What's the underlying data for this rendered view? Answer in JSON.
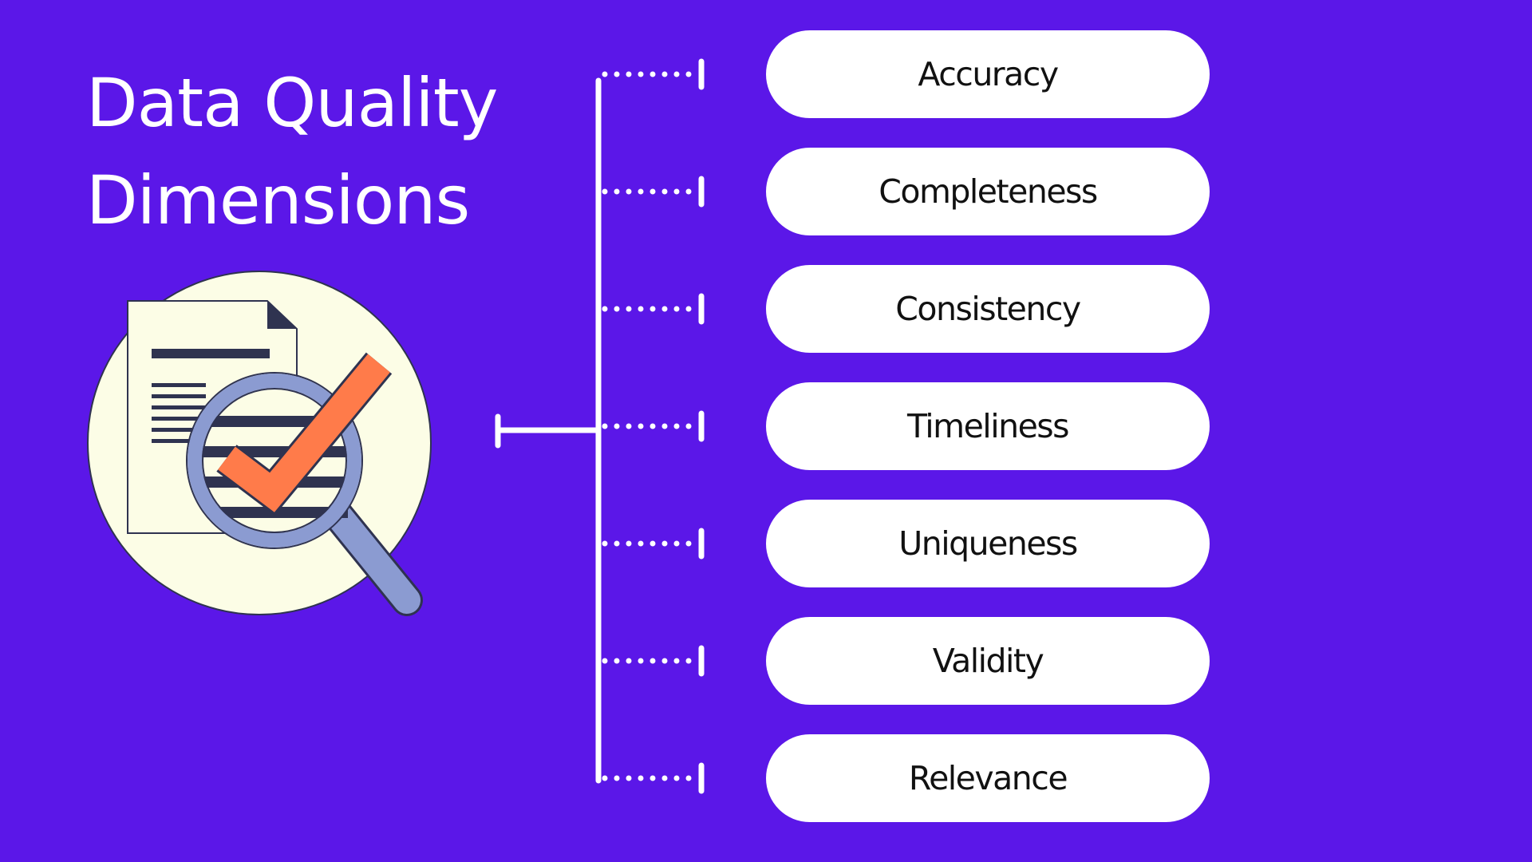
{
  "title": {
    "line1": "Data Quality",
    "line2": "Dimensions"
  },
  "dimensions": [
    "Accuracy",
    "Completeness",
    "Consistency",
    "Timeliness",
    "Uniqueness",
    "Validity",
    "Relevance"
  ],
  "colors": {
    "background": "#5b17e8",
    "pill": "#ffffff",
    "pill_text": "#111111",
    "title": "#ffffff",
    "connector": "#ffffff",
    "circle": "#fcfde6",
    "document": "#fcfde6",
    "document_lines": "#2f3350",
    "magnifier": "#8b9bd1",
    "checkmark": "#ff7b4a"
  },
  "icons": {
    "illustration": "document-magnifier-check-icon"
  }
}
